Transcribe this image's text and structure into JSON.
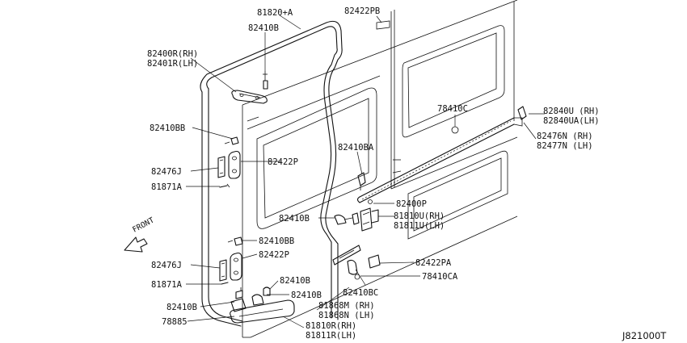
{
  "callouts": [
    {
      "id": "c1",
      "lines": [
        "81820+A"
      ]
    },
    {
      "id": "c2",
      "lines": [
        "82422PB"
      ]
    },
    {
      "id": "c3",
      "lines": [
        "82410B"
      ]
    },
    {
      "id": "c4",
      "lines": [
        "82400R(RH)",
        "82401R(LH)"
      ]
    },
    {
      "id": "c5",
      "lines": [
        "78410C"
      ]
    },
    {
      "id": "c6",
      "lines": [
        "82840U (RH)",
        "82840UA(LH)"
      ]
    },
    {
      "id": "c7",
      "lines": [
        "82410BB"
      ]
    },
    {
      "id": "c8",
      "lines": [
        "82476N (RH)",
        "82477N (LH)"
      ]
    },
    {
      "id": "c9",
      "lines": [
        "82410BA"
      ]
    },
    {
      "id": "c10",
      "lines": [
        "82422P"
      ]
    },
    {
      "id": "c11",
      "lines": [
        "82476J"
      ]
    },
    {
      "id": "c12",
      "lines": [
        "81871A"
      ]
    },
    {
      "id": "c13",
      "lines": [
        "82400P"
      ]
    },
    {
      "id": "c14",
      "lines": [
        "81810U(RH)",
        "81811U(LH)"
      ]
    },
    {
      "id": "c15",
      "lines": [
        "82410B"
      ]
    },
    {
      "id": "c16",
      "lines": [
        "82410BB"
      ]
    },
    {
      "id": "c17",
      "lines": [
        "82422P"
      ]
    },
    {
      "id": "c18",
      "lines": [
        "82476J"
      ]
    },
    {
      "id": "c19",
      "lines": [
        "82422PA"
      ]
    },
    {
      "id": "c20",
      "lines": [
        "82410B"
      ]
    },
    {
      "id": "c21",
      "lines": [
        "78410CA"
      ]
    },
    {
      "id": "c22",
      "lines": [
        "81871A"
      ]
    },
    {
      "id": "c23",
      "lines": [
        "82410B"
      ]
    },
    {
      "id": "c24",
      "lines": [
        "82410BC"
      ]
    },
    {
      "id": "c25",
      "lines": [
        "82410B"
      ]
    },
    {
      "id": "c26",
      "lines": [
        "81868M (RH)",
        "81868N (LH)"
      ]
    },
    {
      "id": "c27",
      "lines": [
        "78885"
      ]
    },
    {
      "id": "c28",
      "lines": [
        "81810R(RH)",
        "81811R(LH)"
      ]
    }
  ],
  "front_label": "FRONT",
  "diagram_ref": "J821000T"
}
